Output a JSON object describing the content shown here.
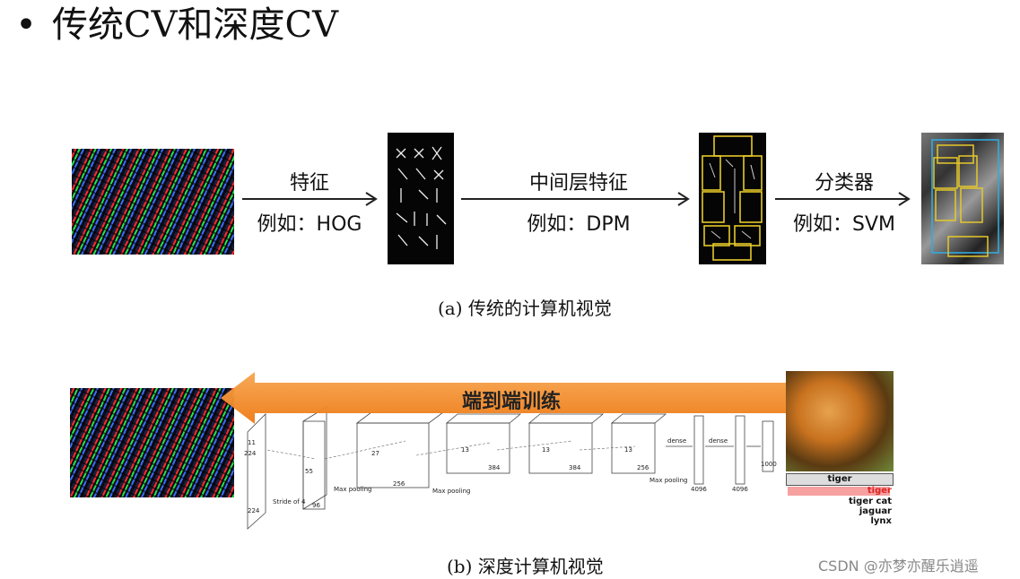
{
  "title": {
    "bullet": "•",
    "text": "传统CV和深度CV"
  },
  "traditional": {
    "stages": [
      {
        "name": "特征",
        "example": "例如：HOG"
      },
      {
        "name": "中间层特征",
        "example": "例如：DPM"
      },
      {
        "name": "分类器",
        "example": "例如：SVM"
      }
    ],
    "caption": "(a) 传统的计算机视觉"
  },
  "deep": {
    "banner": "端到端训练",
    "caption": "(b) 深度计算机视觉",
    "network_labels": {
      "input": "224",
      "input2": "224",
      "kernel": "11",
      "stride": "Stride of 4",
      "c1": "55",
      "c1d": "96",
      "c2": "27",
      "c2d": "256",
      "c3": "13",
      "c3d": "384",
      "c4": "13",
      "c4d": "384",
      "c5": "13",
      "c5d": "256",
      "pool": "Max pooling",
      "dense": "dense",
      "fc1": "4096",
      "fc2": "4096",
      "fc3": "1000"
    },
    "output": {
      "top_label": "tiger",
      "predictions": [
        "tiger",
        "tiger cat",
        "jaguar",
        "lynx"
      ]
    }
  },
  "watermark": "CSDN @亦梦亦醒乐逍遥",
  "colors": {
    "arrow": "#f08a2a",
    "box": "#e6c82a",
    "blue_box": "#33aadd",
    "text": "#111111"
  }
}
